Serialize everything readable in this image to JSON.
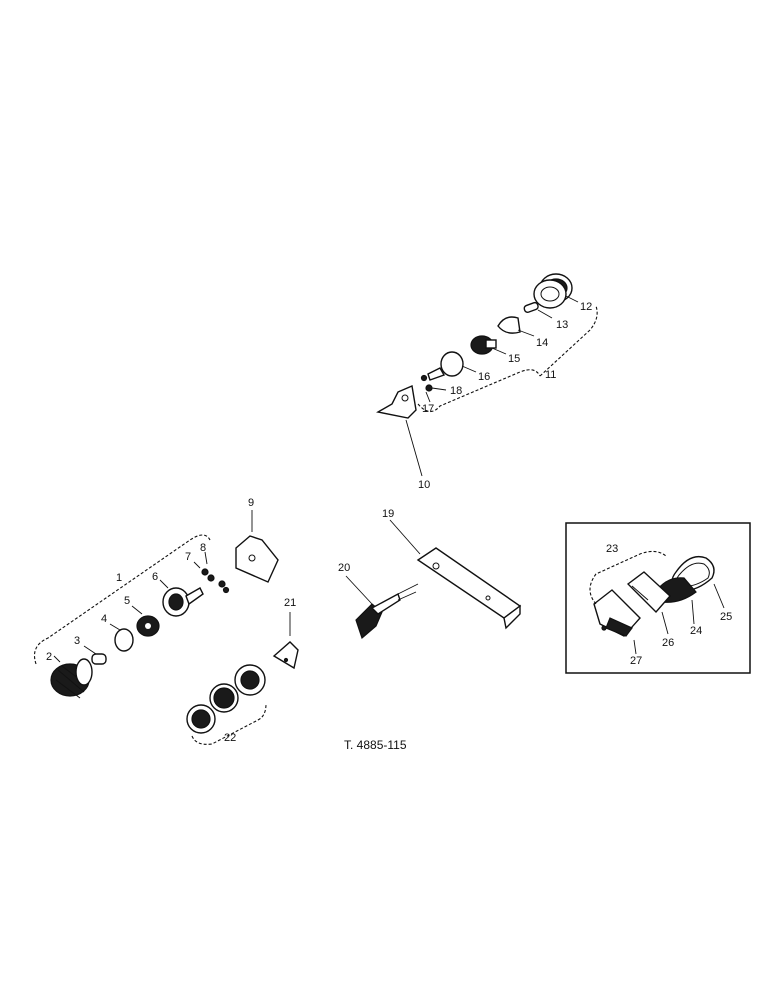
{
  "diagram": {
    "reference_number": "T. 4885-115",
    "callouts": {
      "c1": "1",
      "c2": "2",
      "c3": "3",
      "c4": "4",
      "c5": "5",
      "c6": "6",
      "c7": "7",
      "c8": "8",
      "c9": "9",
      "c10": "10",
      "c11": "11",
      "c12": "12",
      "c13": "13",
      "c14": "14",
      "c15": "15",
      "c16": "16",
      "c17": "17",
      "c18": "18",
      "c19": "19",
      "c20": "20",
      "c21": "21",
      "c22": "22",
      "c23": "23",
      "c24": "24",
      "c25": "25",
      "c26": "26",
      "c27": "27"
    }
  }
}
